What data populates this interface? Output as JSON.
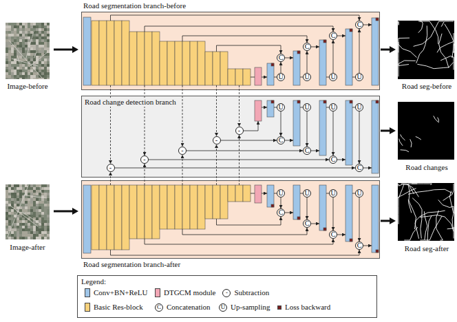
{
  "diagram": {
    "nodes": [
      {
        "text": [
          "Road segmentation branch-before"
        ]
      },
      {
        "text": [
          "C"
        ],
        "in": 0
      },
      {
        "text": [
          "U"
        ],
        "in": 0
      },
      {
        "text": [
          "C"
        ],
        "in": 0
      },
      {
        "text": [
          "U"
        ],
        "in": 0
      },
      {
        "text": [
          "C"
        ],
        "in": 0
      },
      {
        "text": [
          "U"
        ],
        "in": 0
      },
      {
        "text": [
          "C"
        ],
        "in": 0
      },
      {
        "text": [
          "U"
        ],
        "in": 0
      },
      {
        "text": [
          "Road change detection branch"
        ]
      },
      {
        "text": [
          "-"
        ],
        "in": 9
      },
      {
        "text": [
          "-"
        ],
        "in": 9
      },
      {
        "text": [
          "-"
        ],
        "in": 9
      },
      {
        "text": [
          "-"
        ],
        "in": 9
      },
      {
        "text": [
          "-"
        ],
        "in": 9
      },
      {
        "text": [
          "U"
        ],
        "in": 9
      },
      {
        "text": [
          "C"
        ],
        "in": 9
      },
      {
        "text": [
          "U"
        ],
        "in": 9
      },
      {
        "text": [
          "C"
        ],
        "in": 9
      },
      {
        "text": [
          "U"
        ],
        "in": 9
      },
      {
        "text": [
          "C"
        ],
        "in": 9
      },
      {
        "text": [
          "U"
        ],
        "in": 9
      },
      {
        "text": [
          "C"
        ],
        "in": 9
      },
      {
        "text": [
          "Road segmentation branch-after"
        ]
      },
      {
        "text": [
          "U"
        ],
        "in": 23
      },
      {
        "text": [
          "C"
        ],
        "in": 23
      },
      {
        "text": [
          "U"
        ],
        "in": 23
      },
      {
        "text": [
          "C"
        ],
        "in": 23
      },
      {
        "text": [
          "U"
        ],
        "in": 23
      },
      {
        "text": [
          "C"
        ],
        "in": 23
      },
      {
        "text": [
          "U"
        ],
        "in": 23
      },
      {
        "text": [
          "C"
        ],
        "in": 23
      }
    ],
    "edges": [
      {
        "from": 2,
        "to": 1,
        "arrow": "to"
      },
      {
        "from": 4,
        "to": 3,
        "arrow": "to"
      },
      {
        "from": 6,
        "to": 5,
        "arrow": "to"
      },
      {
        "from": 8,
        "to": 7,
        "arrow": "to"
      },
      {
        "from": 15,
        "to": 16,
        "arrow": "to"
      },
      {
        "from": 17,
        "to": 18,
        "arrow": "to"
      },
      {
        "from": 19,
        "to": 20,
        "arrow": "to"
      },
      {
        "from": 21,
        "to": 22,
        "arrow": "to"
      },
      {
        "from": 13,
        "to": 16,
        "arrow": "to"
      },
      {
        "from": 12,
        "to": 18,
        "arrow": "to"
      },
      {
        "from": 11,
        "to": 20,
        "arrow": "to"
      },
      {
        "from": 10,
        "to": 22,
        "arrow": "to"
      },
      {
        "from": 24,
        "to": 25,
        "arrow": "to"
      },
      {
        "from": 26,
        "to": 27,
        "arrow": "to"
      },
      {
        "from": 28,
        "to": 29,
        "arrow": "to"
      },
      {
        "from": 30,
        "to": 31,
        "arrow": "to"
      }
    ],
    "labels": [
      "Image-before",
      "Road seg-before",
      "Road changes",
      "Image-after",
      "Road seg-after",
      "Legend:",
      "-",
      "C",
      "U"
    ],
    "legend": [
      {
        "text": "Conv+BN+ReLU",
        "color": "#9fc5e8"
      },
      {
        "text": "DTGCM module",
        "color": "#f2a7b5"
      },
      {
        "text": "Subtraction"
      },
      {
        "text": "Basic Res-block",
        "color": "#f9d27c"
      },
      {
        "text": "Concatenation"
      },
      {
        "text": "Up-sampling"
      },
      {
        "text": "Loss backward",
        "color": "#7b1f1f"
      }
    ]
  }
}
